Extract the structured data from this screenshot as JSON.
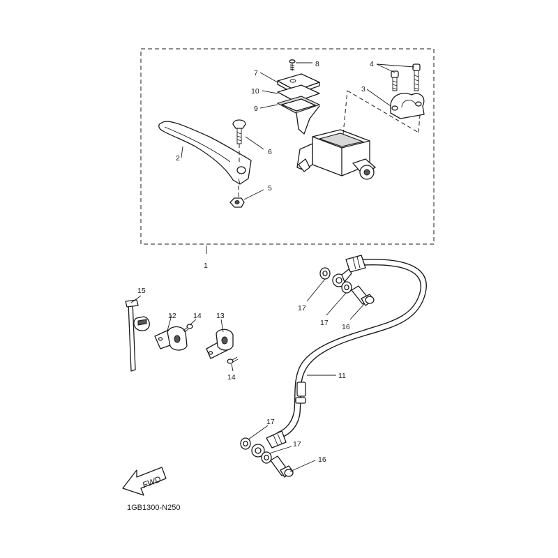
{
  "callouts": {
    "c1": "1",
    "c2": "2",
    "c3": "3",
    "c4": "4",
    "c5": "5",
    "c6": "6",
    "c7": "7",
    "c8": "8",
    "c9": "9",
    "c10": "10",
    "c11": "11",
    "c12": "12",
    "c13": "13",
    "c14a": "14",
    "c14b": "14",
    "c15": "15",
    "c16a": "16",
    "c16b": "16",
    "c17a": "17",
    "c17b": "17",
    "c17c": "17",
    "c17d": "17"
  },
  "fwd_label": "FWD",
  "diagram_code": "1GB1300-N250"
}
